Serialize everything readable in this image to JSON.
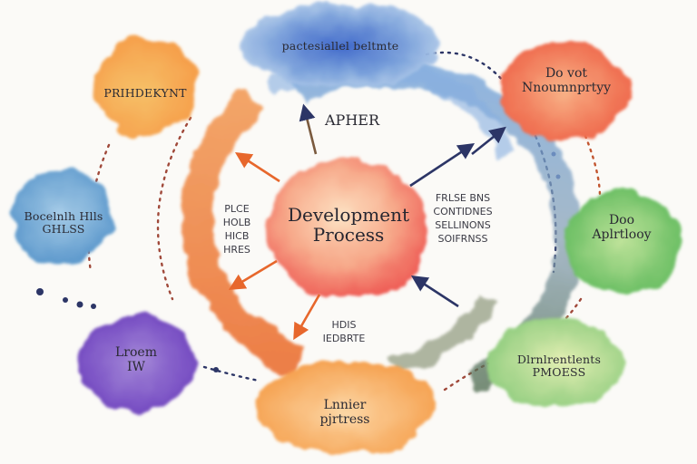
{
  "diagram": {
    "center": {
      "line1": "Development",
      "line2": "Process"
    },
    "arrow_note": "APHER",
    "nodes": {
      "top": [
        "pactesiallel beltmte"
      ],
      "top_left": [
        "PRIHDEKYNT"
      ],
      "left": [
        "Bocelnlh Hlls",
        "GHLSS"
      ],
      "bottom_left": [
        "Lroem",
        "IW"
      ],
      "bottom": [
        "Lnnier",
        "pjrtress"
      ],
      "bottom_right": [
        "Dlrnlrentlents",
        "PMOESS"
      ],
      "right": [
        "Doo",
        "Aplrtlooy"
      ],
      "top_right": [
        "Do  vot",
        "Nnoumnprtyy"
      ]
    },
    "ring_notes": {
      "left": [
        "PLCE",
        "HOLB",
        "HICB",
        "HRES"
      ],
      "right": [
        "FRLSE BNS",
        "CONTIDNES",
        "SELLINONS",
        "SOIFRNSS"
      ],
      "bottom": [
        "HDIS",
        "IEDBRTE"
      ]
    },
    "colors": {
      "blue": "#5b86cc",
      "orange": "#f39a4a",
      "red": "#f07352",
      "green": "#79c46a",
      "purple": "#8b66cc",
      "teal": "#7fb3d6",
      "yellow": "#f6b04c",
      "center": "#f6a684"
    }
  }
}
